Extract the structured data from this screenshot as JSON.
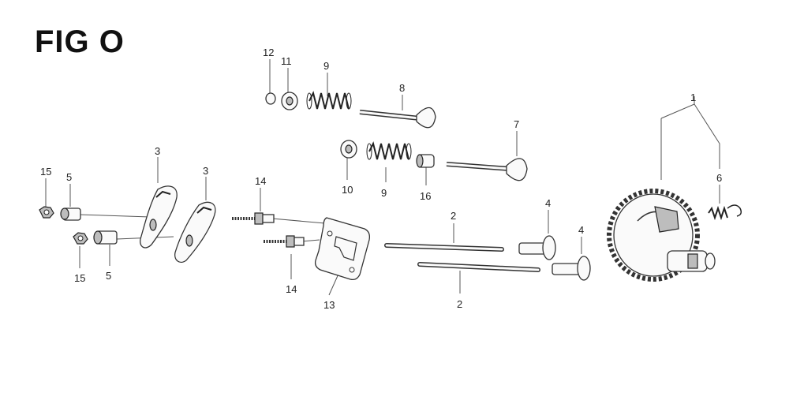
{
  "title": "FIG O",
  "callouts": [
    {
      "id": "c1",
      "label": "1"
    },
    {
      "id": "c2a",
      "label": "2"
    },
    {
      "id": "c2b",
      "label": "2"
    },
    {
      "id": "c3a",
      "label": "3"
    },
    {
      "id": "c3b",
      "label": "3"
    },
    {
      "id": "c4a",
      "label": "4"
    },
    {
      "id": "c4b",
      "label": "4"
    },
    {
      "id": "c5a",
      "label": "5"
    },
    {
      "id": "c5b",
      "label": "5"
    },
    {
      "id": "c6",
      "label": "6"
    },
    {
      "id": "c7",
      "label": "7"
    },
    {
      "id": "c8",
      "label": "8"
    },
    {
      "id": "c9a",
      "label": "9"
    },
    {
      "id": "c9b",
      "label": "9"
    },
    {
      "id": "c10",
      "label": "10"
    },
    {
      "id": "c11",
      "label": "11"
    },
    {
      "id": "c12",
      "label": "12"
    },
    {
      "id": "c13",
      "label": "13"
    },
    {
      "id": "c14a",
      "label": "14"
    },
    {
      "id": "c14b",
      "label": "14"
    },
    {
      "id": "c15a",
      "label": "15"
    },
    {
      "id": "c15b",
      "label": "15"
    },
    {
      "id": "c16",
      "label": "16"
    }
  ]
}
